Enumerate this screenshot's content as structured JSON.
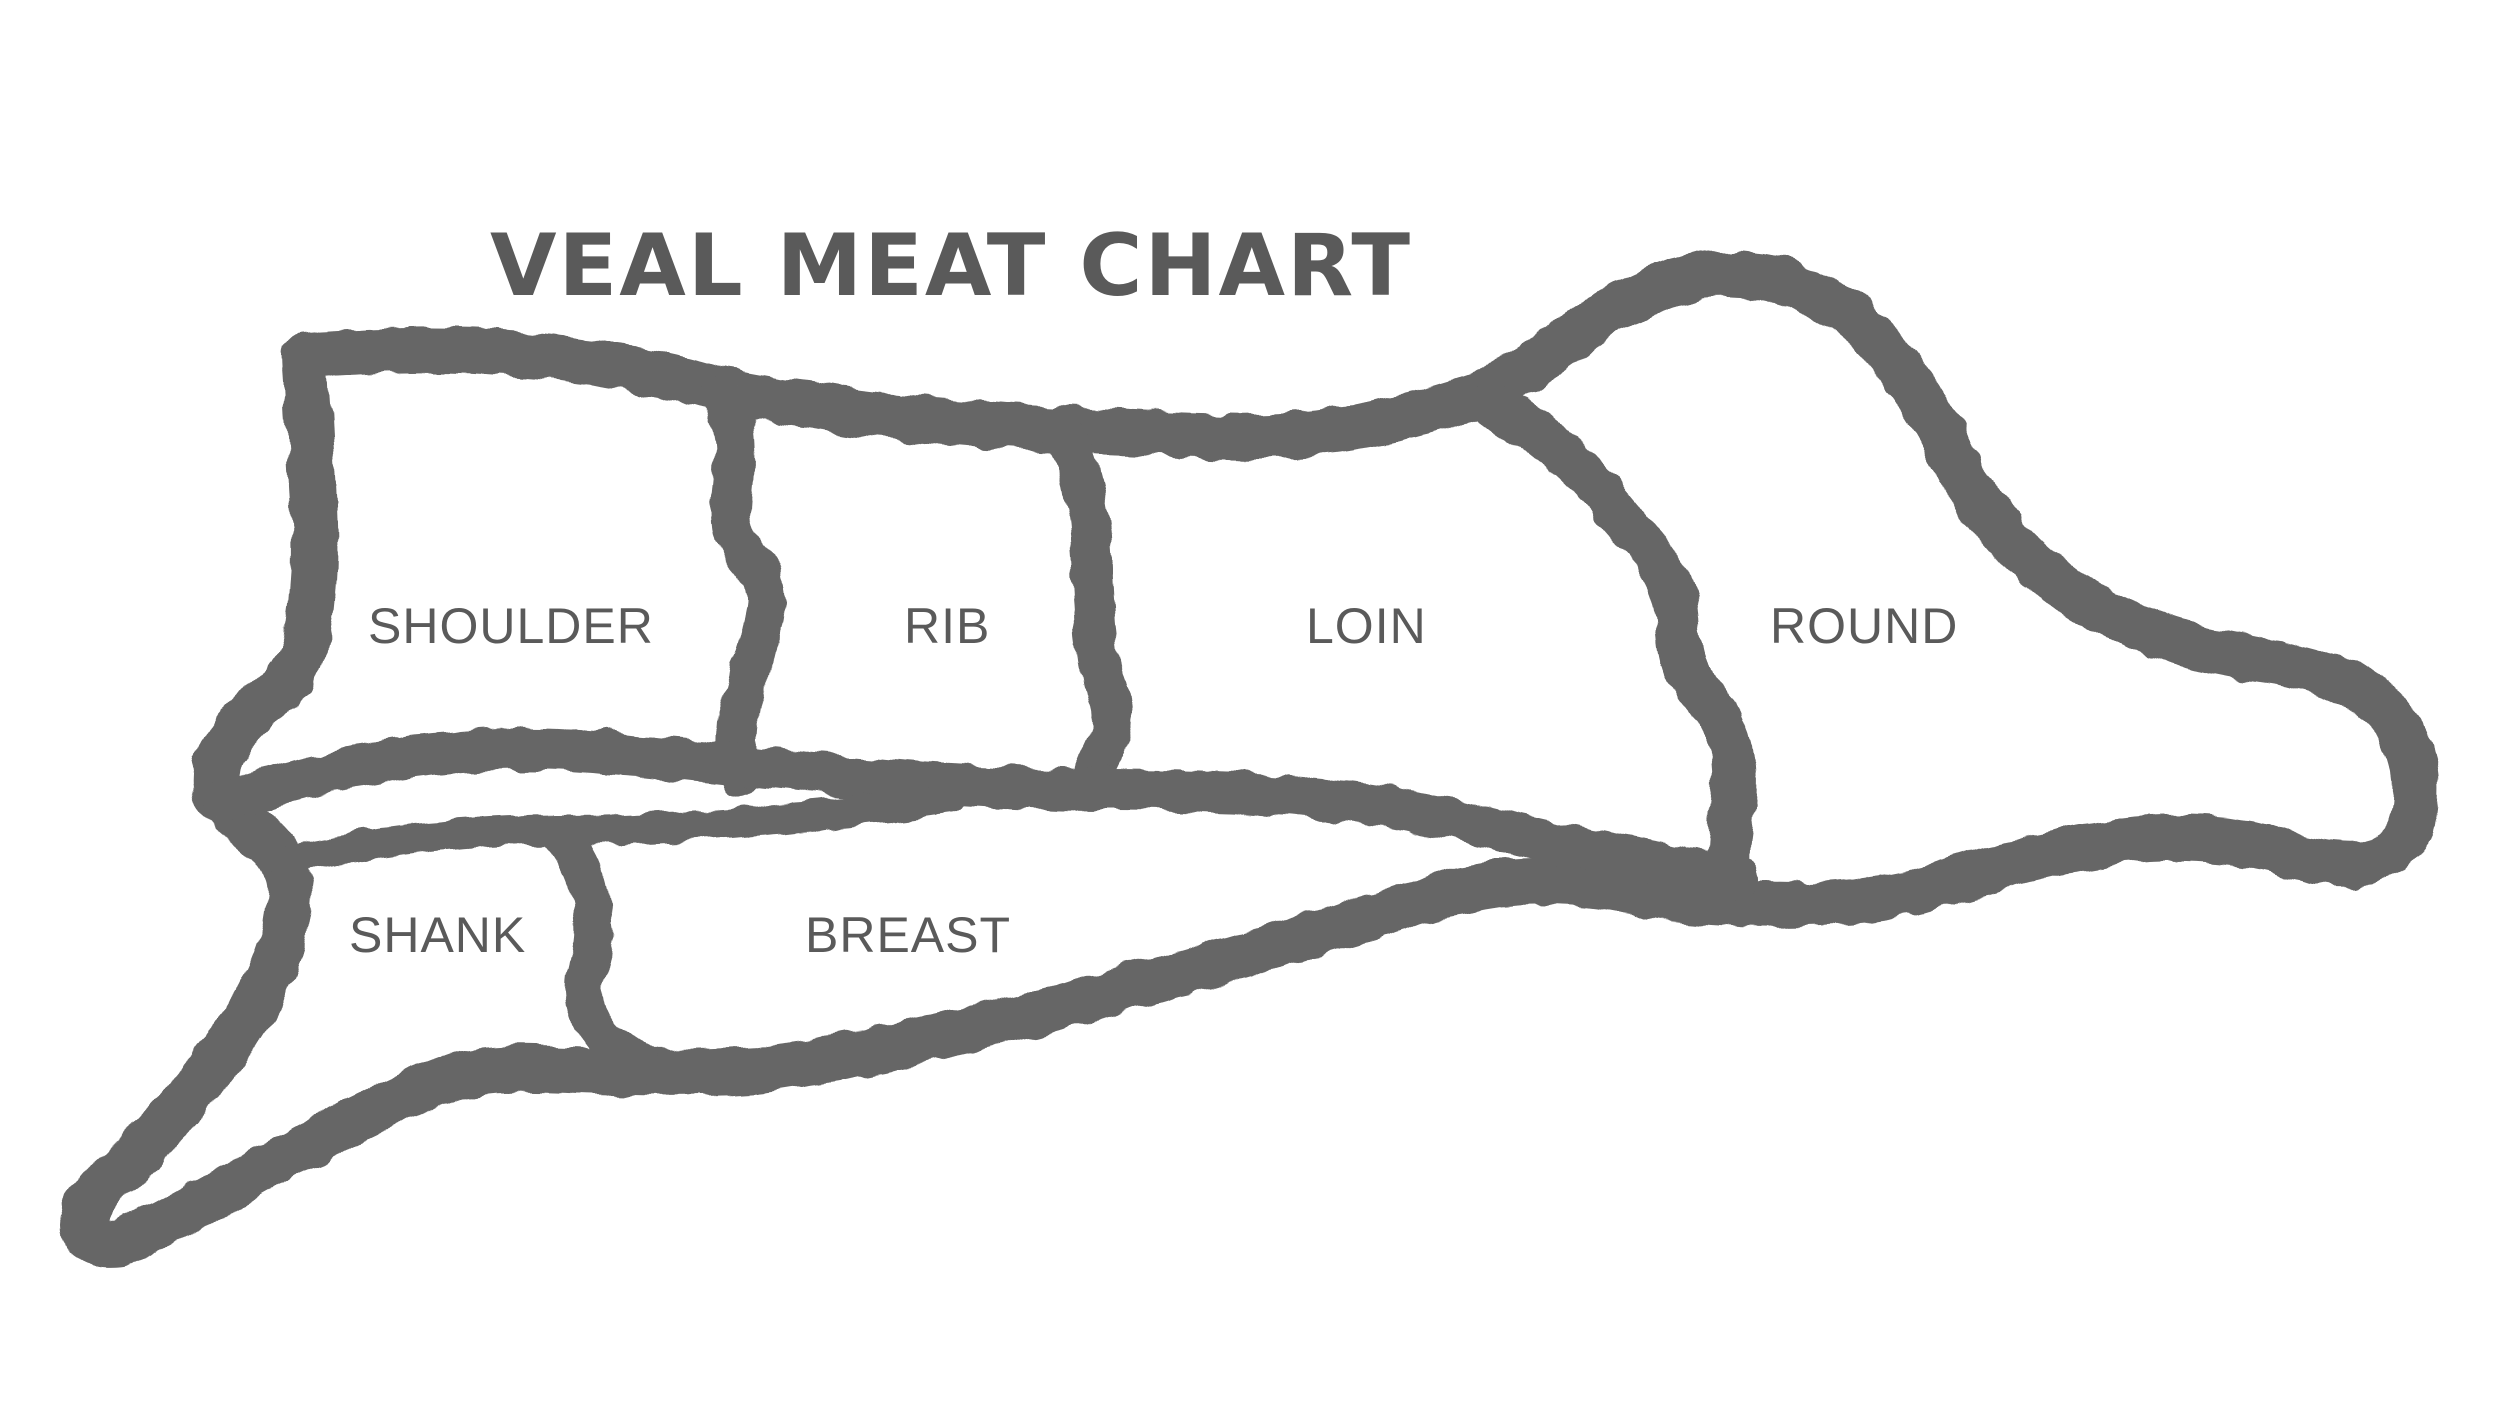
{
  "title": "VEAL MEAT CHART",
  "cuts": {
    "shoulder": "SHOULDER",
    "rib": "RIB",
    "loin": "LOIN",
    "round": "ROUND",
    "shank": "SHANK",
    "breast": "BREAST"
  },
  "colors": {
    "outline": "#666666",
    "label": "#5a5a5a",
    "background": "#ffffff"
  }
}
